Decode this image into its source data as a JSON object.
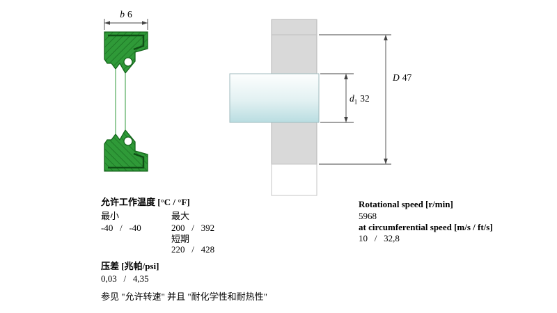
{
  "dims": {
    "b": {
      "letter": "b",
      "value": "6"
    },
    "D": {
      "letter": "D",
      "value": "47"
    },
    "d1": {
      "letter": "d",
      "sub": "1",
      "value": "32"
    }
  },
  "temperature": {
    "header": "允许工作温度 [°C / °F]",
    "min_label": "最小",
    "max_label": "最大",
    "min_value": "-40   /   -40",
    "max_value": "200   /   392",
    "short_term_label": "短期",
    "short_term_value": "220   /   428"
  },
  "pressure": {
    "header": "压差 [兆帕/psi]",
    "value": "0,03   /   4,35"
  },
  "note": "参见 \"允许转速\" 并且 \"耐化学性和耐热性\"",
  "speed": {
    "header": "Rotational speed [r/min]",
    "value": "5968",
    "circumferential_header": "at circumferential speed [m/s / ft/s]",
    "circumferential_value": "10   /   32,8"
  },
  "colors": {
    "seal_green": "#2f9a38",
    "seal_outline": "#14661b",
    "seal_hatch": "#1b7023",
    "metal_insert": "#0f4f15",
    "housing_gray": "#d9d9d9",
    "shaft_tint": "#b9dde1",
    "dimension_line": "#444444"
  }
}
